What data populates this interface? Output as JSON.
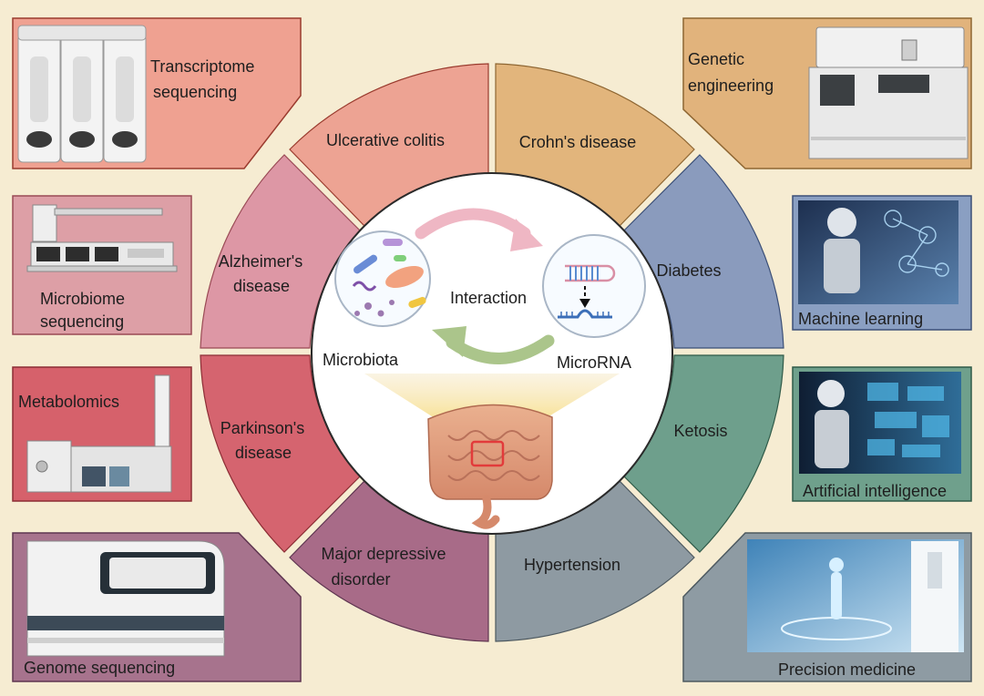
{
  "center": {
    "microbiota_label": "Microbiota",
    "microrna_label": "MicroRNA",
    "interaction_label": "Interaction"
  },
  "segments": {
    "ulcerative_colitis": "Ulcerative colitis",
    "crohns_disease": "Crohn's disease",
    "diabetes": "Diabetes",
    "ketosis": "Ketosis",
    "hypertension": "Hypertension",
    "major_depressive_line1": "Major depressive",
    "major_depressive_line2": "disorder",
    "parkinsons_line1": "Parkinson's",
    "parkinsons_line2": "disease",
    "alzheimers_line1": "Alzheimer's",
    "alzheimers_line2": "disease"
  },
  "panels": {
    "transcriptome_line1": "Transcriptome",
    "transcriptome_line2": "sequencing",
    "microbiome_line1": "Microbiome",
    "microbiome_line2": "sequencing",
    "metabolomics": "Metabolomics",
    "genome_sequencing": "Genome sequencing",
    "genetic_line1": "Genetic",
    "genetic_line2": "engineering",
    "machine_learning": "Machine learning",
    "artificial_intelligence": "Artificial intelligence",
    "precision_medicine": "Precision medicine"
  },
  "colors": {
    "background": "#f6ecd2",
    "ulcerative_colitis": "#eda393",
    "crohns_disease": "#e2b57c",
    "diabetes": "#8a9bbd",
    "ketosis": "#6e9f8c",
    "hypertension": "#8e9aa2",
    "major_depressive_disorder": "#a86b88",
    "parkinsons_disease": "#d5646f",
    "alzheimers_disease": "#dd97a5",
    "transcriptome_panel": "#efa191",
    "microbiome_panel": "#dd9fa6",
    "metabolomics_panel": "#d6616b",
    "genome_panel": "#a7738d",
    "genetic_panel": "#e1b37c",
    "machine_learning_panel": "#8a9fc2",
    "ai_panel": "#6fa08c",
    "precision_panel": "#8e9ba3"
  }
}
